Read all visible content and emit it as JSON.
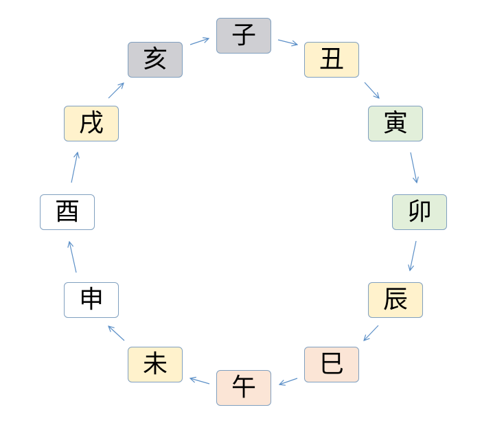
{
  "diagram": {
    "nodes": [
      {
        "id": "zi",
        "label": "子",
        "fill": "#cfcfd3"
      },
      {
        "id": "chou",
        "label": "丑",
        "fill": "#fff2cc"
      },
      {
        "id": "yin",
        "label": "寅",
        "fill": "#e2efda"
      },
      {
        "id": "mao",
        "label": "卯",
        "fill": "#e2efda"
      },
      {
        "id": "chen",
        "label": "辰",
        "fill": "#fff2cc"
      },
      {
        "id": "si",
        "label": "巳",
        "fill": "#fbe5d6"
      },
      {
        "id": "wu",
        "label": "午",
        "fill": "#fbe5d6"
      },
      {
        "id": "wei",
        "label": "未",
        "fill": "#fff2cc"
      },
      {
        "id": "shen",
        "label": "申",
        "fill": "#ffffff"
      },
      {
        "id": "you",
        "label": "酉",
        "fill": "#ffffff"
      },
      {
        "id": "xu",
        "label": "戌",
        "fill": "#fff2cc"
      },
      {
        "id": "hai",
        "label": "亥",
        "fill": "#cfcfd3"
      }
    ],
    "arrow_color": "#5b8fc7",
    "direction": "clockwise"
  }
}
